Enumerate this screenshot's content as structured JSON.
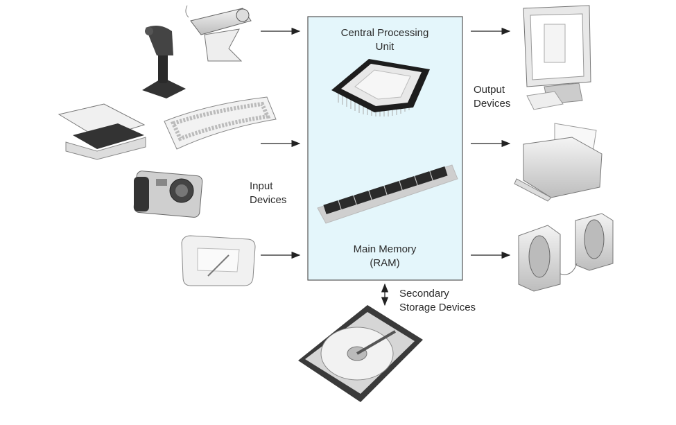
{
  "cpu": {
    "line1": "Central Processing",
    "line2": "Unit"
  },
  "memory": {
    "line1": "Main Memory",
    "line2": "(RAM)"
  },
  "input": {
    "line1": "Input",
    "line2": "Devices"
  },
  "output": {
    "line1": "Output",
    "line2": "Devices"
  },
  "storage": {
    "line1": "Secondary",
    "line2": "Storage Devices"
  },
  "colors": {
    "box_fill": "#e4f6fb",
    "box_border": "#555555",
    "arrow": "#222222"
  }
}
